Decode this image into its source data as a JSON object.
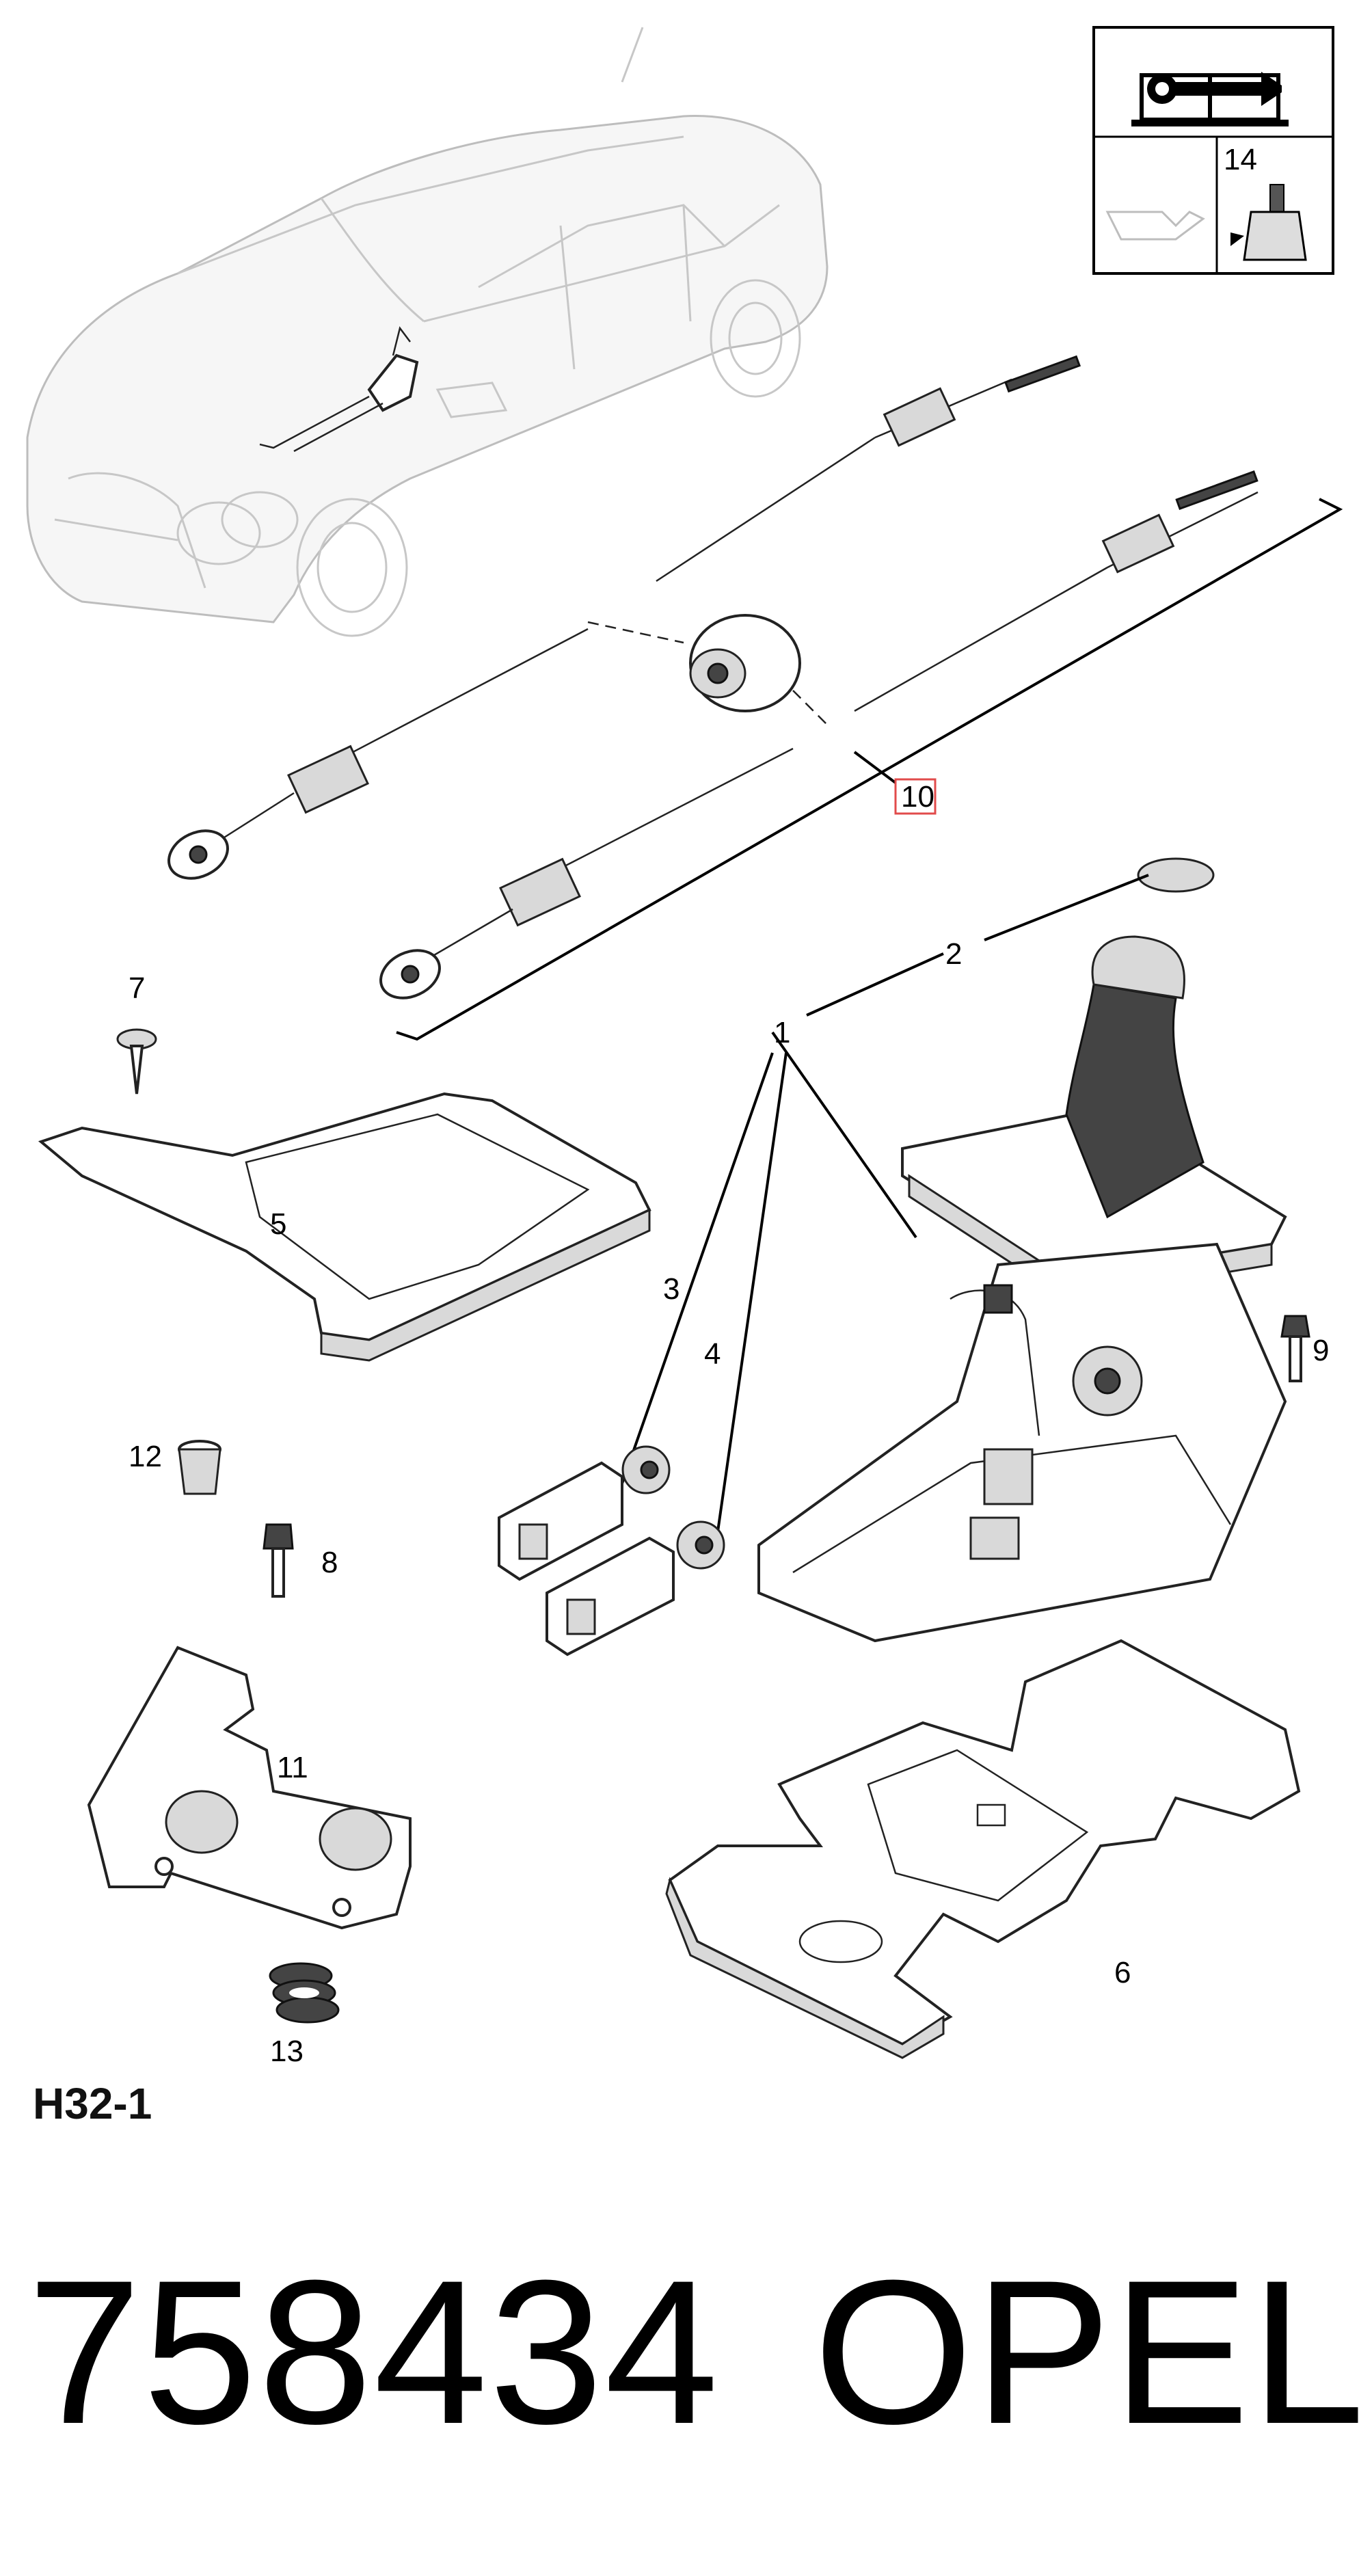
{
  "callouts": {
    "c1": "1",
    "c2": "2",
    "c3": "3",
    "c4": "4",
    "c5": "5",
    "c6": "6",
    "c7": "7",
    "c8": "8",
    "c9": "9",
    "c10": "10",
    "c11": "11",
    "c12": "12",
    "c13": "13",
    "c14": "14"
  },
  "diagram_ref": "H32-1",
  "part_number": "758434",
  "brand": "OPEL",
  "colors": {
    "ink": "#000000",
    "ghost": "#c7c7c7",
    "highlight": "#e14b4b"
  }
}
